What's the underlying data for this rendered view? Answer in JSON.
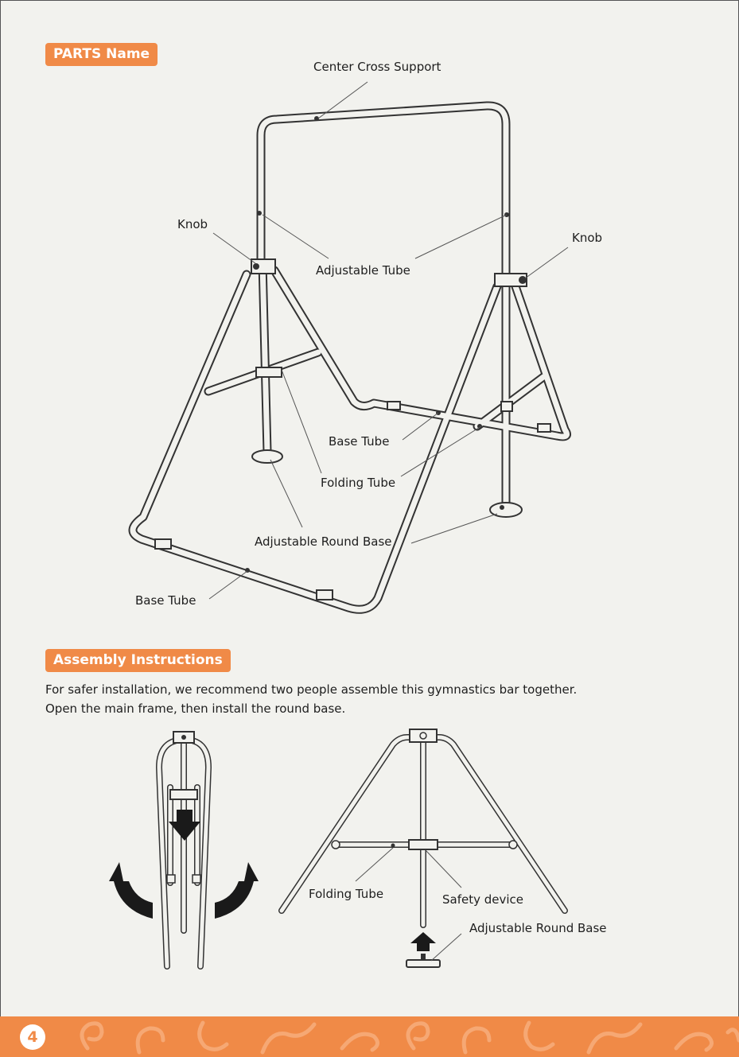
{
  "parts_section": {
    "heading": "PARTS Name",
    "labels": {
      "center_cross_support": "Center Cross Support",
      "knob_left": "Knob",
      "knob_right": "Knob",
      "adjustable_tube": "Adjustable Tube",
      "base_tube_inner": "Base Tube",
      "folding_tube": "Folding Tube",
      "adjustable_round_base": "Adjustable Round Base",
      "base_tube_front": "Base Tube"
    }
  },
  "assembly_section": {
    "heading": "Assembly Instructions",
    "line1": "For safer installation, we recommend two people assemble this gymnastics bar together.",
    "line2": "Open the main frame, then install the round base.",
    "labels": {
      "folding_tube": "Folding Tube",
      "safety_device": "Safety device",
      "adjustable_round_base": "Adjustable Round Base"
    }
  },
  "footer": {
    "page_number": "4",
    "color": "#f08a47"
  },
  "colors": {
    "accent": "#f08a47",
    "line": "#333333",
    "background": "#f2f2ee"
  }
}
